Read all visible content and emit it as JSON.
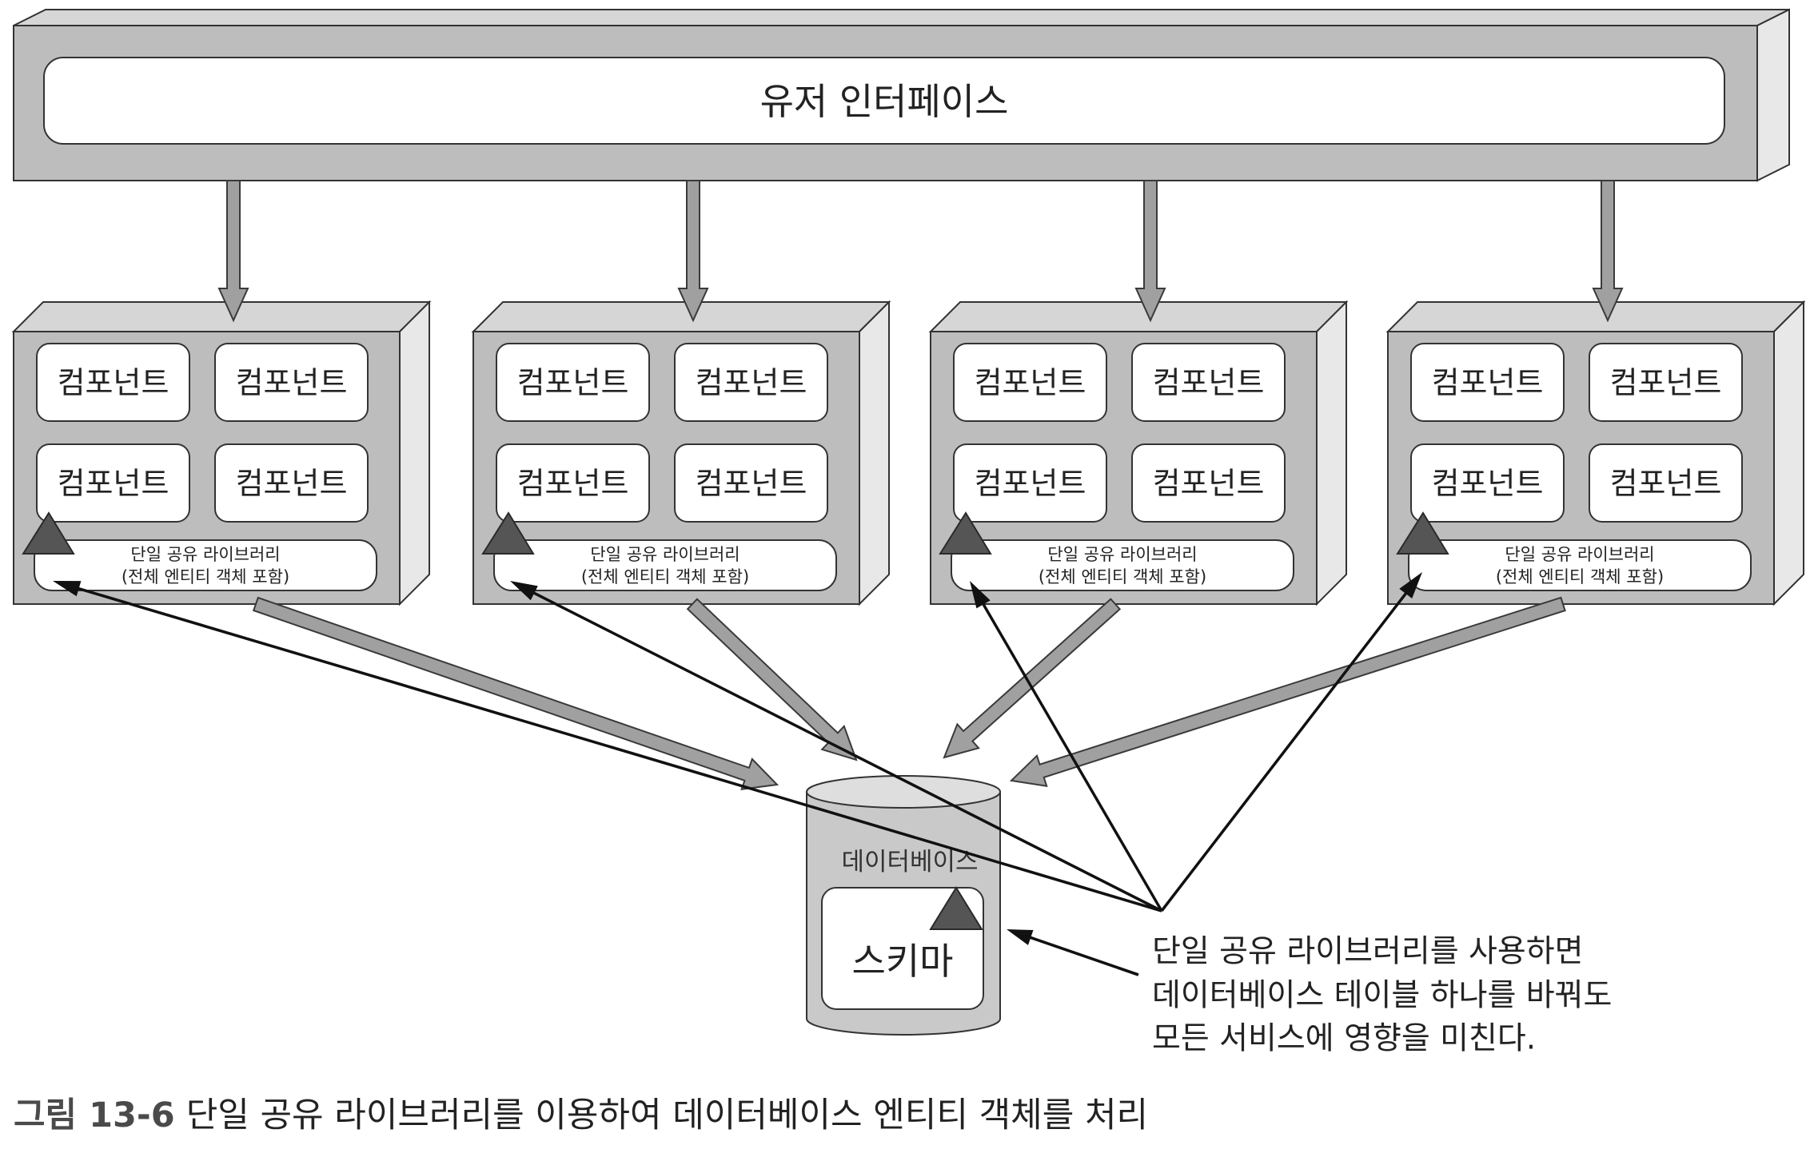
{
  "ui_layer": {
    "label": "유저 인터페이스"
  },
  "services": [
    {
      "components": [
        "컴포넌트",
        "컴포넌트",
        "컴포넌트",
        "컴포넌트"
      ],
      "shared_library": {
        "line1": "단일 공유 라이브러리",
        "line2": "(전체 엔티티 객체 포함)"
      }
    },
    {
      "components": [
        "컴포넌트",
        "컴포넌트",
        "컴포넌트",
        "컴포넌트"
      ],
      "shared_library": {
        "line1": "단일 공유 라이브러리",
        "line2": "(전체 엔티티 객체 포함)"
      }
    },
    {
      "components": [
        "컴포넌트",
        "컴포넌트",
        "컴포넌트",
        "컴포넌트"
      ],
      "shared_library": {
        "line1": "단일 공유 라이브러리",
        "line2": "(전체 엔티티 객체 포함)"
      }
    },
    {
      "components": [
        "컴포넌트",
        "컴포넌트",
        "컴포넌트",
        "컴포넌트"
      ],
      "shared_library": {
        "line1": "단일 공유 라이브러리",
        "line2": "(전체 엔티티 객체 포함)"
      }
    }
  ],
  "database": {
    "label": "데이터베이스",
    "schema": "스키마"
  },
  "note": {
    "lines": [
      "단일 공유 라이브러리를 사용하면",
      "데이터베이스 테이블 하나를 바꿔도",
      "모든 서비스에 영향을 미친다."
    ]
  },
  "caption": {
    "figure_number": "그림 13-6",
    "title": "단일 공유 라이브러리를 이용하여 데이터베이스 엔티티 객체를 처리"
  },
  "colors": {
    "box_front": "#bdbdbd",
    "box_top": "#d6d6d6",
    "box_side": "#e8e8e8",
    "arrow_fill": "#a0a0a0",
    "marker": "#555555",
    "database": "#c9c9c9"
  }
}
